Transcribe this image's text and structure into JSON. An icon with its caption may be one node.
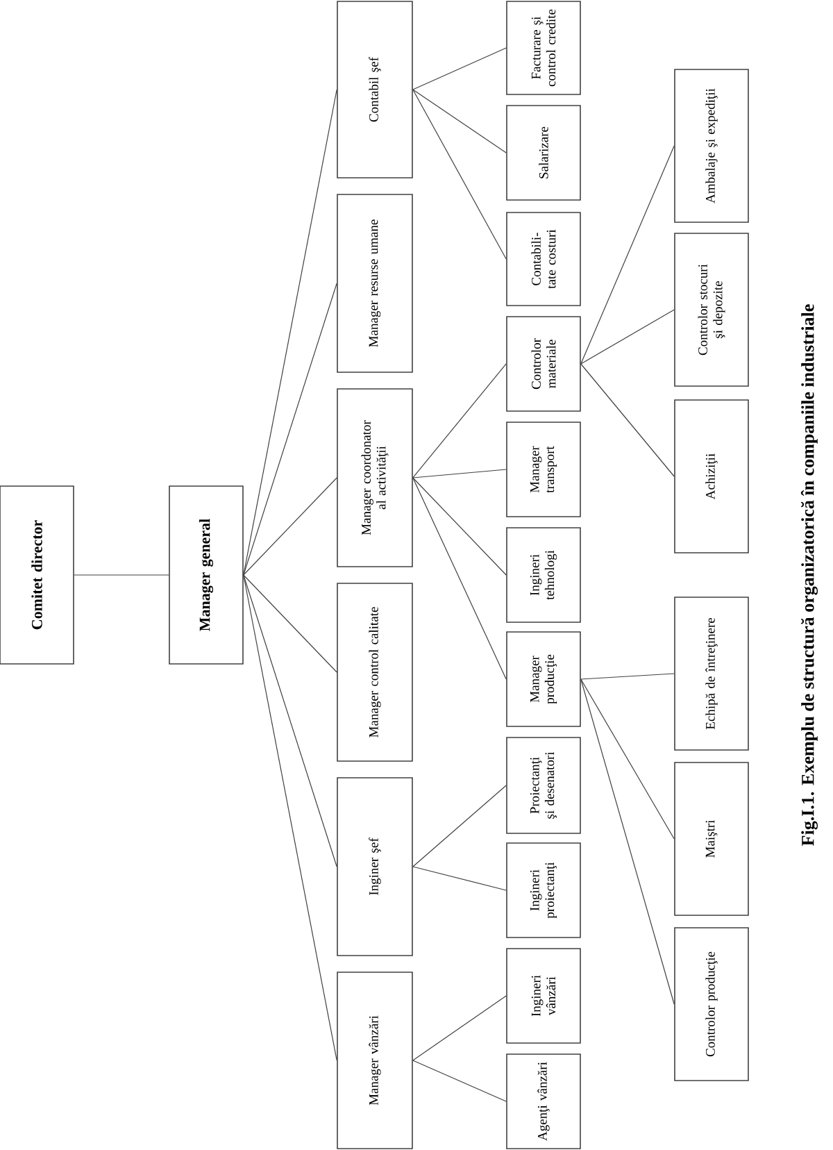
{
  "diagram": {
    "caption": "Fig.I.1. Exemplu de structură organizatorică în companiile industriale",
    "nodes": [
      {
        "text": [
          "Comitet director"
        ]
      },
      {
        "text": [
          "Manager general"
        ]
      },
      {
        "text": [
          "Manager vânzări"
        ]
      },
      {
        "text": [
          "Inginer şef"
        ]
      },
      {
        "text": [
          "Manager control calitate"
        ]
      },
      {
        "text": [
          "Manager coordonator al activităţii"
        ]
      },
      {
        "text": [
          "Manager resurse umane"
        ]
      },
      {
        "text": [
          "Contabil şef"
        ]
      },
      {
        "text": [
          "Agenţi vânzări"
        ]
      },
      {
        "text": [
          "Ingineri vânzări"
        ]
      },
      {
        "text": [
          "Ingineri proiectanţi"
        ]
      },
      {
        "text": [
          "Proiectanţi şi desenatori"
        ]
      },
      {
        "text": [
          "Manager producţie"
        ]
      },
      {
        "text": [
          "Ingineri tehnologi"
        ]
      },
      {
        "text": [
          "Manager transport"
        ]
      },
      {
        "text": [
          "Controlor materiale"
        ]
      },
      {
        "text": [
          "Contabili- tate costuri"
        ]
      },
      {
        "text": [
          "Salarizare"
        ]
      },
      {
        "text": [
          "Facturare şi control credite"
        ]
      },
      {
        "text": [
          "Controlor producţie"
        ]
      },
      {
        "text": [
          "Maiştri"
        ]
      },
      {
        "text": [
          "Echipă de întreţinere"
        ]
      },
      {
        "text": [
          "Achiziţii"
        ]
      },
      {
        "text": [
          "Controlor stocuri şi depozite"
        ]
      },
      {
        "text": [
          "Ambalaje şi expediţii"
        ]
      }
    ],
    "edges": [
      {
        "from": 0,
        "to": 1,
        "arrow": "none"
      },
      {
        "from": 1,
        "to": 2,
        "arrow": "none"
      },
      {
        "from": 1,
        "to": 3,
        "arrow": "none"
      },
      {
        "from": 1,
        "to": 4,
        "arrow": "none"
      },
      {
        "from": 1,
        "to": 5,
        "arrow": "none"
      },
      {
        "from": 1,
        "to": 6,
        "arrow": "none"
      },
      {
        "from": 1,
        "to": 7,
        "arrow": "none"
      },
      {
        "from": 2,
        "to": 8,
        "arrow": "none"
      },
      {
        "from": 2,
        "to": 9,
        "arrow": "none"
      },
      {
        "from": 3,
        "to": 10,
        "arrow": "none"
      },
      {
        "from": 3,
        "to": 11,
        "arrow": "none"
      },
      {
        "from": 5,
        "to": 12,
        "arrow": "none"
      },
      {
        "from": 5,
        "to": 13,
        "arrow": "none"
      },
      {
        "from": 5,
        "to": 14,
        "arrow": "none"
      },
      {
        "from": 5,
        "to": 15,
        "arrow": "none"
      },
      {
        "from": 7,
        "to": 16,
        "arrow": "none"
      },
      {
        "from": 7,
        "to": 17,
        "arrow": "none"
      },
      {
        "from": 7,
        "to": 18,
        "arrow": "none"
      },
      {
        "from": 12,
        "to": 19,
        "arrow": "none"
      },
      {
        "from": 12,
        "to": 20,
        "arrow": "none"
      },
      {
        "from": 12,
        "to": 21,
        "arrow": "none"
      },
      {
        "from": 15,
        "to": 22,
        "arrow": "none"
      },
      {
        "from": 15,
        "to": 23,
        "arrow": "none"
      },
      {
        "from": 15,
        "to": 24,
        "arrow": "none"
      }
    ]
  }
}
